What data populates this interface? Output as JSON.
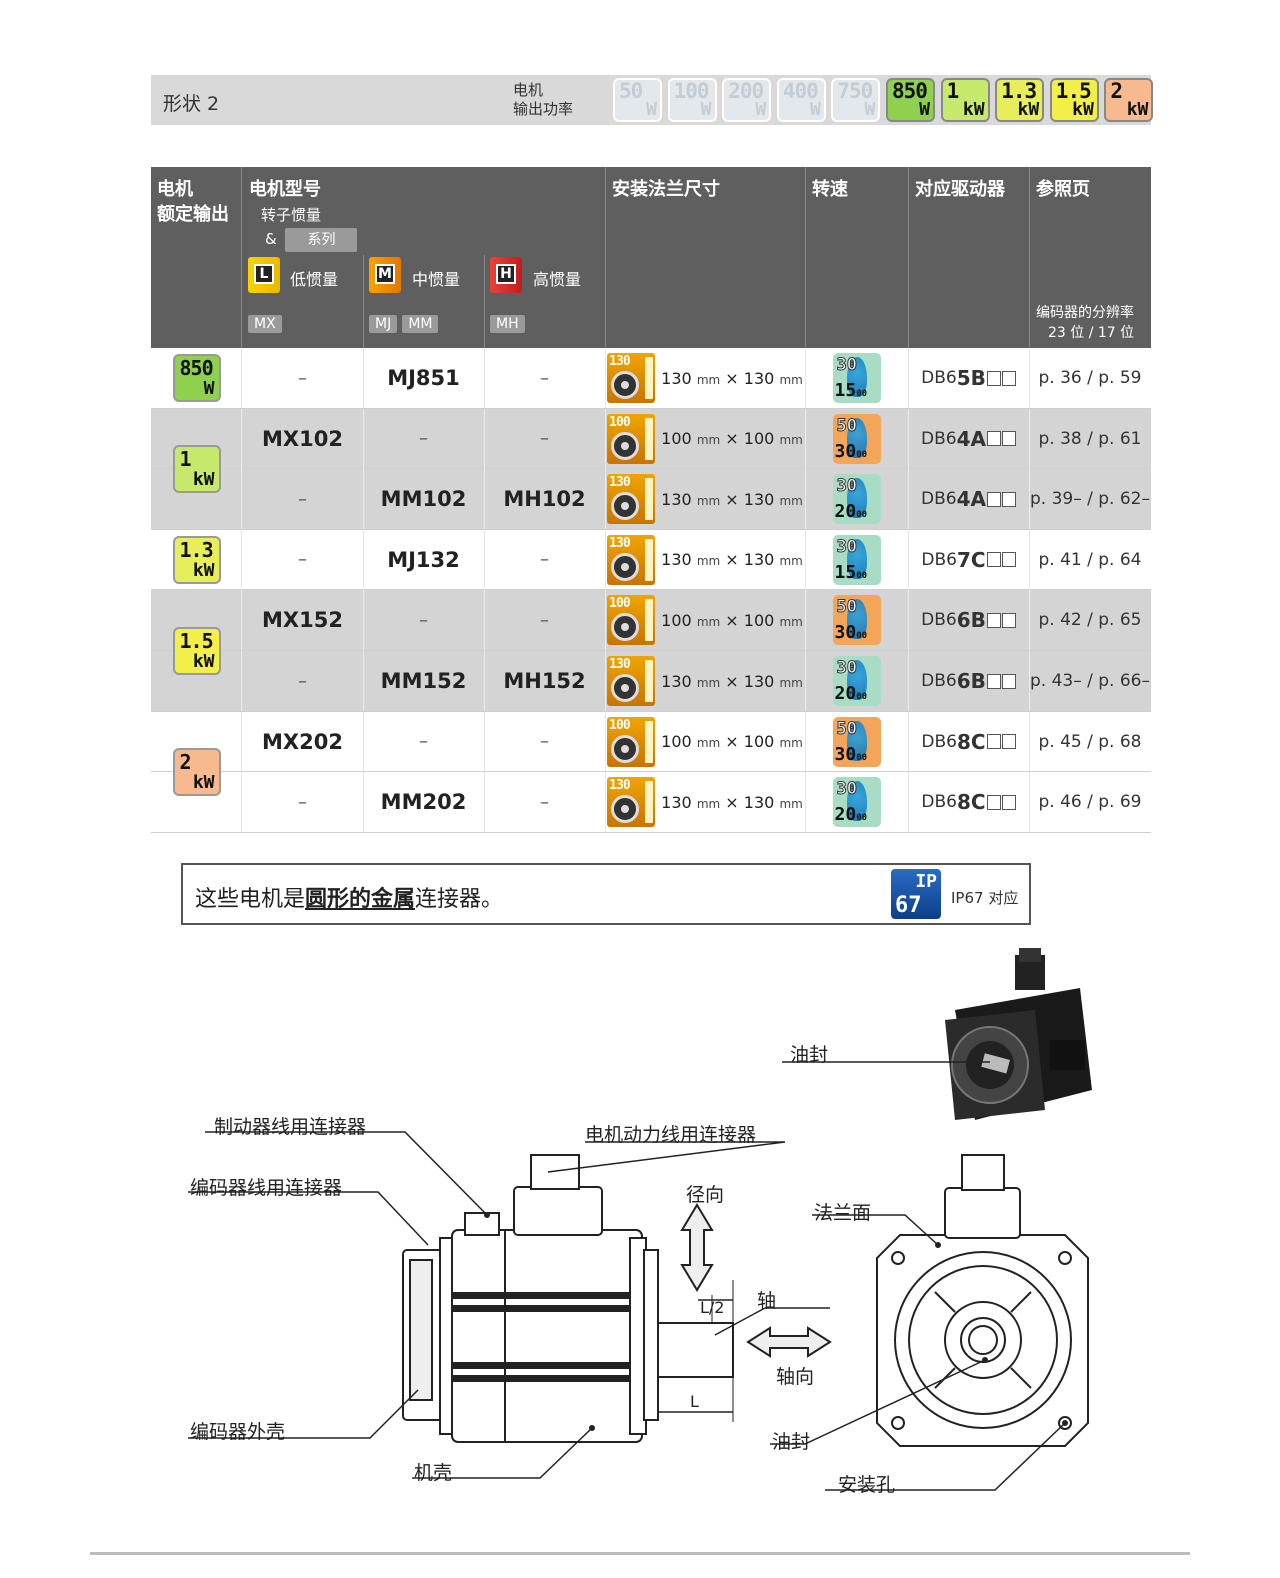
{
  "header": {
    "shape_label": "形状 2",
    "power_label_line1": "电机",
    "power_label_line2": "输出功率",
    "power_badges": [
      {
        "num": "50",
        "unit": "W",
        "active": false
      },
      {
        "num": "100",
        "unit": "W",
        "active": false
      },
      {
        "num": "200",
        "unit": "W",
        "active": false
      },
      {
        "num": "400",
        "unit": "W",
        "active": false
      },
      {
        "num": "750",
        "unit": "W",
        "active": false
      },
      {
        "num": "850",
        "unit": "W",
        "active": true,
        "color": "#8fd14f"
      },
      {
        "num": "1",
        "unit": "kW",
        "active": true,
        "color": "#c6e86b"
      },
      {
        "num": "1.3",
        "unit": "kW",
        "active": true,
        "color": "#e6ee5a"
      },
      {
        "num": "1.5",
        "unit": "kW",
        "active": true,
        "color": "#f2ef4a"
      },
      {
        "num": "2",
        "unit": "kW",
        "active": true,
        "color": "#f7b98e"
      }
    ]
  },
  "table": {
    "col_output_1": "电机",
    "col_output_2": "额定输出",
    "col_model": "电机型号",
    "col_model_sub1": "转子惯量",
    "col_model_sub2": "&",
    "col_model_chip": "系列",
    "inertia": [
      {
        "letter": "L",
        "label": "低惯量",
        "chips": [
          "MX"
        ]
      },
      {
        "letter": "M",
        "label": "中惯量",
        "chips": [
          "MJ",
          "MM"
        ]
      },
      {
        "letter": "H",
        "label": "高惯量",
        "chips": [
          "MH"
        ]
      }
    ],
    "col_flange": "安装法兰尺寸",
    "col_speed": "转速",
    "col_driver": "对应驱动器",
    "col_ref": "参照页",
    "col_ref_sub1": "编码器的分辨率",
    "col_ref_sub2": "23 位 / 17 位",
    "rows": [
      {
        "L": "–",
        "M": "MJ851",
        "H": "–",
        "flange_num": "130",
        "flange": "130",
        "speed_top": "30",
        "speed_bottom": "15",
        "driver_pre": "DB6",
        "driver_bold": "5B",
        "ref": "p. 36 / p. 59"
      },
      {
        "L": "MX102",
        "M": "–",
        "H": "–",
        "flange_num": "100",
        "flange": "100",
        "speed_top": "50",
        "speed_bottom": "30",
        "driver_pre": "DB6",
        "driver_bold": "4A",
        "ref": "p. 38 / p. 61"
      },
      {
        "L": "–",
        "M": "MM102",
        "H": "MH102",
        "flange_num": "130",
        "flange": "130",
        "speed_top": "30",
        "speed_bottom": "20",
        "driver_pre": "DB6",
        "driver_bold": "4A",
        "ref": "p. 39– / p. 62–"
      },
      {
        "L": "–",
        "M": "MJ132",
        "H": "–",
        "flange_num": "130",
        "flange": "130",
        "speed_top": "30",
        "speed_bottom": "15",
        "driver_pre": "DB6",
        "driver_bold": "7C",
        "ref": "p. 41 / p. 64"
      },
      {
        "L": "MX152",
        "M": "–",
        "H": "–",
        "flange_num": "100",
        "flange": "100",
        "speed_top": "50",
        "speed_bottom": "30",
        "driver_pre": "DB6",
        "driver_bold": "6B",
        "ref": "p. 42 / p. 65"
      },
      {
        "L": "–",
        "M": "MM152",
        "H": "MH152",
        "flange_num": "130",
        "flange": "130",
        "speed_top": "30",
        "speed_bottom": "20",
        "driver_pre": "DB6",
        "driver_bold": "6B",
        "ref": "p. 43– / p. 66–"
      },
      {
        "L": "MX202",
        "M": "–",
        "H": "–",
        "flange_num": "100",
        "flange": "100",
        "speed_top": "50",
        "speed_bottom": "30",
        "driver_pre": "DB6",
        "driver_bold": "8C",
        "ref": "p. 45 / p. 68"
      },
      {
        "L": "–",
        "M": "MM202",
        "H": "–",
        "flange_num": "130",
        "flange": "130",
        "speed_top": "30",
        "speed_bottom": "20",
        "driver_pre": "DB6",
        "driver_bold": "8C",
        "ref": "p. 46 / p. 69"
      }
    ],
    "output_groups": [
      {
        "num": "850",
        "unit": "W",
        "color": "#8fd14f"
      },
      {
        "num": "1",
        "unit": "kW",
        "color": "#c6e86b"
      },
      {
        "num": "1.3",
        "unit": "kW",
        "color": "#e6ee5a"
      },
      {
        "num": "1.5",
        "unit": "kW",
        "color": "#f2ef4a"
      },
      {
        "num": "2",
        "unit": "kW",
        "color": "#f7b98e"
      }
    ],
    "unit_mm": "mm",
    "times": "×",
    "speed_unit": "00"
  },
  "banner": {
    "text_pre": "这些电机是",
    "text_bold": "圆形的金属",
    "text_post": "连接器。",
    "icon_top": "IP",
    "icon_bottom": "67",
    "ip_label": "IP67 对应"
  },
  "diagram": {
    "oil_seal_top": "油封",
    "brake_connector": "制动器线用连接器",
    "power_connector": "电机动力线用连接器",
    "encoder_connector": "编码器线用连接器",
    "radial": "径向",
    "flange_face": "法兰面",
    "half_l": "L/2",
    "shaft": "轴",
    "axial": "轴向",
    "l": "L",
    "encoder_housing": "编码器外壳",
    "oil_seal_bottom": "油封",
    "frame": "机壳",
    "mount_hole": "安装孔"
  }
}
